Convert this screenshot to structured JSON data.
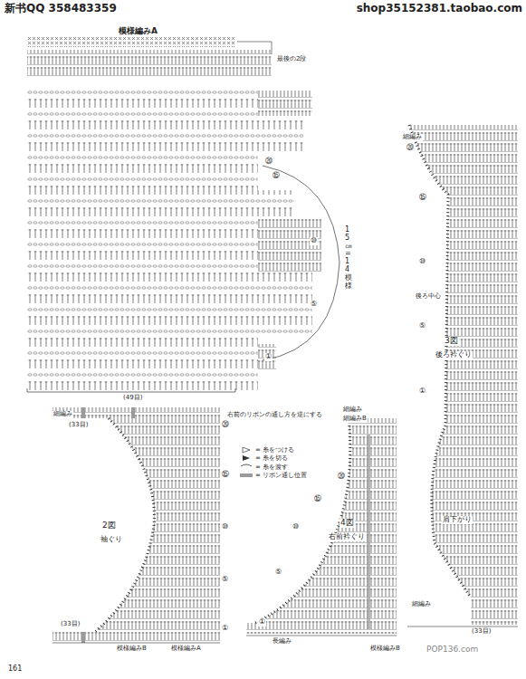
{
  "diagram": {
    "title": "模様編みA",
    "labels": [
      "新书QQ 358483359",
      "shop35152381.taobao.com",
      "最後の2段",
      "⑳",
      "⑮",
      "⑩",
      "⑤",
      "①",
      "15㎝=14模様",
      "(49目)",
      "細編み",
      "(33目)",
      "右前のリボンの通し方を逆にする",
      "⑳",
      "⑮",
      "⑩",
      "⑤",
      "①",
      "2図",
      "袖ぐり",
      "(33目)",
      "模様編みB",
      "模様編みA",
      "細編みB",
      "細編み",
      "⑳",
      "⑮",
      "⑩",
      "⑤",
      "①",
      "4図",
      "右前衿ぐり",
      "長編み",
      "模様編みB",
      "細編み",
      "⑳",
      "⑮",
      "⑩",
      "後ろ中心",
      "⑤",
      "3図",
      "後ろ衿ぐり",
      "①",
      "肩下がり",
      "細編み",
      "(33目)",
      "161",
      "POP136.com"
    ],
    "legend": [
      {
        "text": "= 糸をつける"
      },
      {
        "text": "= 糸を切る"
      },
      {
        "text": "= 糸を渡す"
      },
      {
        "text": "= リボン通し位置",
        "color": "#9a9a9a"
      }
    ]
  }
}
